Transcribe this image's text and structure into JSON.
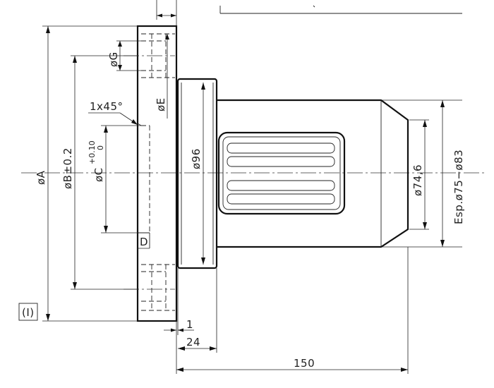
{
  "drawing": {
    "labels": {
      "dia_a": "øA",
      "dia_b": "øB±0.2",
      "dia_c": "øC",
      "dia_c_upper_tol": "+0.10",
      "dia_c_lower_tol": "0",
      "chamfer": "1x45°",
      "dia_g": "øG",
      "dia_e": "øE",
      "dim_d": "D",
      "dia_96": "ø96",
      "dia_74_6": "ø74,6",
      "esp_range": "Esp.ø75−ø83",
      "dim_1": "1",
      "dim_24": "24",
      "dim_150": "150",
      "roman_mark": "(I)"
    }
  }
}
